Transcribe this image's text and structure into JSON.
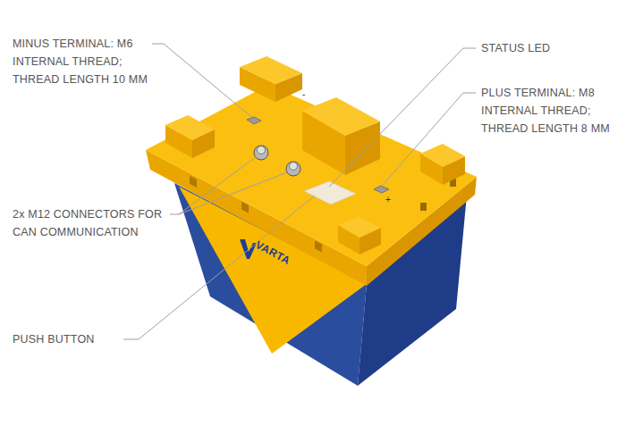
{
  "diagram": {
    "labels": [
      "MINUS TERMINAL: M6 INTERNAL THREAD; THREAD LENGTH 10 MM",
      "STATUS LED",
      "PLUS TERMINAL: M8 INTERNAL THREAD; THREAD LENGTH 8 MM",
      "2x M12 CONNECTORS FOR CAN COMMUNICATION",
      "PUSH BUTTON",
      "VARTA",
      "-",
      "+"
    ]
  }
}
